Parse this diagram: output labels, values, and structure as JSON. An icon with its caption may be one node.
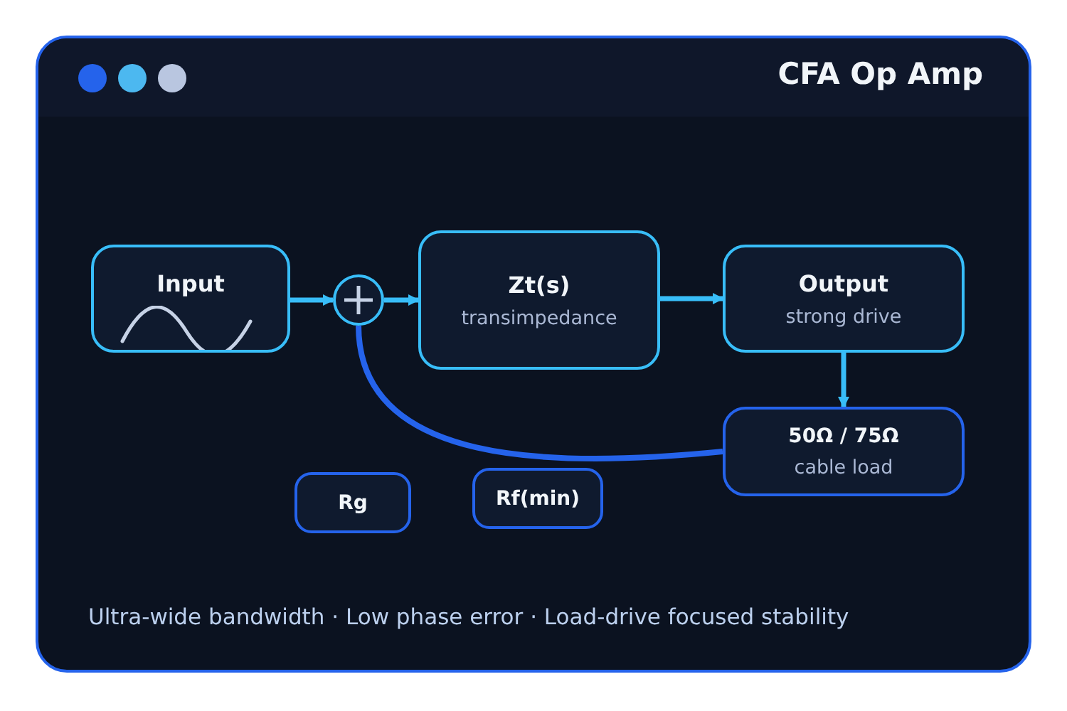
{
  "diagram": {
    "title": "CFA Op Amp",
    "caption": "Ultra-wide bandwidth · Low phase error · Load-drive focused stability",
    "nodes": [
      {
        "text": [
          "Input"
        ]
      },
      {
        "text": [],
        "shape": "circle"
      },
      {
        "text": [
          "Zt(s)",
          "transimpedance"
        ]
      },
      {
        "text": [
          "Output",
          "strong drive"
        ]
      },
      {
        "text": [
          "50Ω / 75Ω",
          "cable load"
        ]
      },
      {
        "text": [
          "Rg"
        ]
      },
      {
        "text": [
          "Rf(min)"
        ]
      }
    ],
    "edges": [
      {
        "from": 0,
        "to": 1,
        "arrow": "to"
      },
      {
        "from": 1,
        "to": 2,
        "arrow": "to"
      },
      {
        "from": 2,
        "to": 3,
        "arrow": "to"
      },
      {
        "from": 3,
        "to": 4,
        "arrow": "to"
      },
      {
        "from": 4,
        "to": 1,
        "arrow": "none",
        "color": "#2563eb"
      }
    ]
  }
}
